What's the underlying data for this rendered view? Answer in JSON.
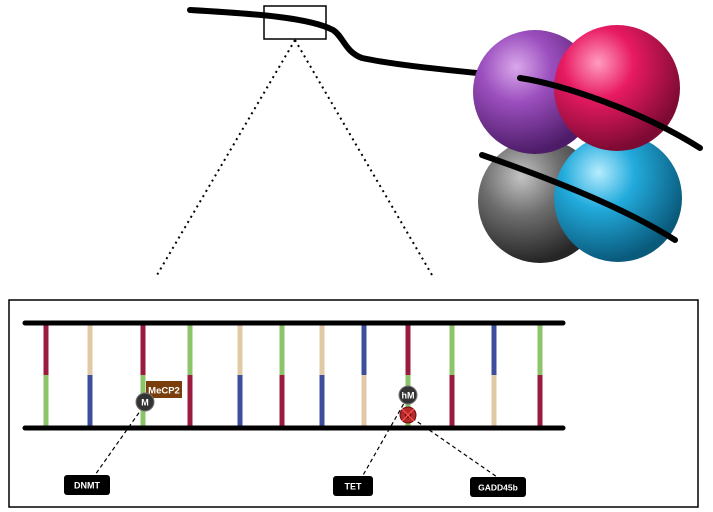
{
  "labels": {
    "mecp2": "MeCP2",
    "methyl": "M",
    "hydroxymethyl": "hM",
    "excised": "M",
    "dnmt": "DNMT",
    "tet": "TET",
    "gadd45b": "GADD45b"
  },
  "colors": {
    "purple": "#8a3fa8",
    "pink": "#e0195e",
    "cyan": "#1fa6d6",
    "gray": "#6b6b6b",
    "rung_red": "#9b1b3f",
    "rung_green": "#8cc46a",
    "rung_beige": "#e1c9a5",
    "rung_blue": "#3d4f9c",
    "mecp2_brown": "#7a3d0c"
  }
}
